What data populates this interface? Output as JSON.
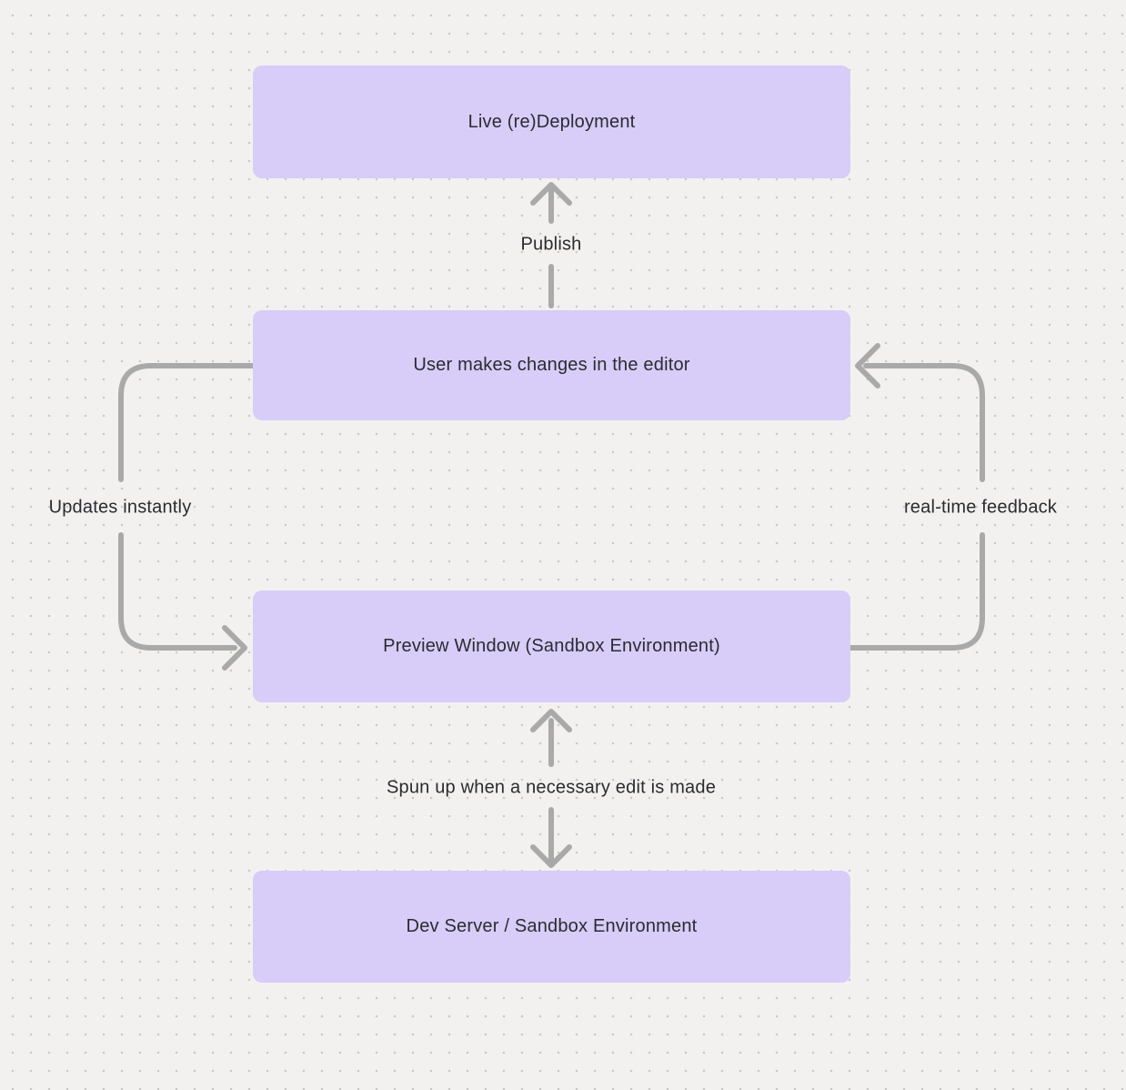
{
  "diagram": {
    "nodes": [
      {
        "id": "live-redeployment",
        "label": "Live (re)Deployment"
      },
      {
        "id": "user-editor",
        "label": "User makes changes in the editor"
      },
      {
        "id": "preview-window",
        "label": "Preview Window (Sandbox Environment)"
      },
      {
        "id": "dev-server",
        "label": "Dev Server / Sandbox Environment"
      }
    ],
    "edges": [
      {
        "from": "user-editor",
        "to": "live-redeployment",
        "label": "Publish",
        "direction": "up",
        "side": "center"
      },
      {
        "from": "user-editor",
        "to": "preview-window",
        "label": "Updates instantly",
        "direction": "down-then-right",
        "side": "left"
      },
      {
        "from": "preview-window",
        "to": "user-editor",
        "label": "real-time feedback",
        "direction": "up-then-left",
        "side": "right"
      },
      {
        "from": "dev-server",
        "to": "preview-window",
        "label": "Spun up when a necessary edit is made",
        "direction": "both",
        "side": "center"
      }
    ],
    "colors": {
      "node_fill": "#d7cdf8",
      "arrow": "#a9a9a9",
      "text": "#2b2b30",
      "background": "#f2f1f0",
      "grid_dot": "#c9c9c9"
    }
  }
}
